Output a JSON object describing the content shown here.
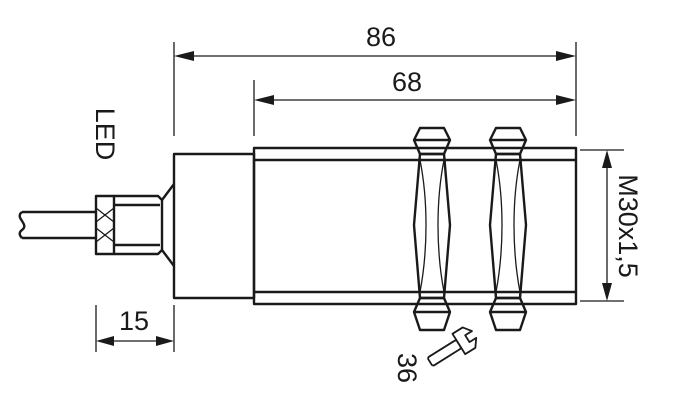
{
  "dimensions": {
    "overall_length": "86",
    "body_length": "68",
    "cable_stub_length": "15",
    "thread": "M30x1,5",
    "wrench_size": "36"
  },
  "labels": {
    "led": "LED"
  },
  "icons": {
    "wrench": "wrench-icon"
  }
}
